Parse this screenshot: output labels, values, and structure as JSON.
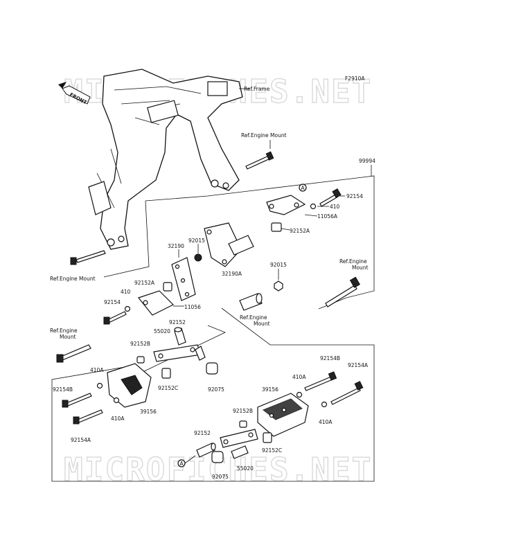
{
  "diagram": {
    "code": "F2910A",
    "watermark": "MICROFICHES.NET",
    "front_label": "FRONT",
    "callout_a": "A",
    "labels": {
      "ref_frame": "Ref.Frame",
      "ref_engine_mount_1": "Ref.Engine Mount",
      "ref_engine_mount_2": "Ref.Engine Mount",
      "ref_engine_mount_3a": "Ref.Engine",
      "ref_engine_mount_3b": "Mount",
      "ref_engine_mount_4a": "Ref.Engine",
      "ref_engine_mount_4b": "Mount",
      "ref_engine_mount_5a": "Ref.Engine",
      "ref_engine_mount_5b": "Mount",
      "p99994": "99994",
      "p92154_top": "92154",
      "p410_top": "410",
      "p11056A": "11056A",
      "p92152A_top": "92152A",
      "p32190": "32190",
      "p92015_a": "92015",
      "p92015_b": "92015",
      "p32190A": "32190A",
      "p92152A_left": "92152A",
      "p410_left": "410",
      "p92154_left": "92154",
      "p11056": "11056",
      "p55020_left": "55020",
      "p92152_left": "92152",
      "p92152B_left": "92152B",
      "p410A_left": "410A",
      "p92152C_left": "92152C",
      "p92075_left": "92075",
      "p92154B_left": "92154B",
      "p410A_left2": "410A",
      "p39156_left": "39156",
      "p92154A_left": "92154A",
      "p92154B_right": "92154B",
      "p92154A_right": "92154A",
      "p39156_right": "39156",
      "p410A_right": "410A",
      "p410A_right2": "410A",
      "p92152B_right": "92152B",
      "p92152_right": "92152",
      "p92152C_right": "92152C",
      "p92075_right": "92075",
      "p55020_right": "55020",
      "callout_a_bottom": "A"
    }
  }
}
